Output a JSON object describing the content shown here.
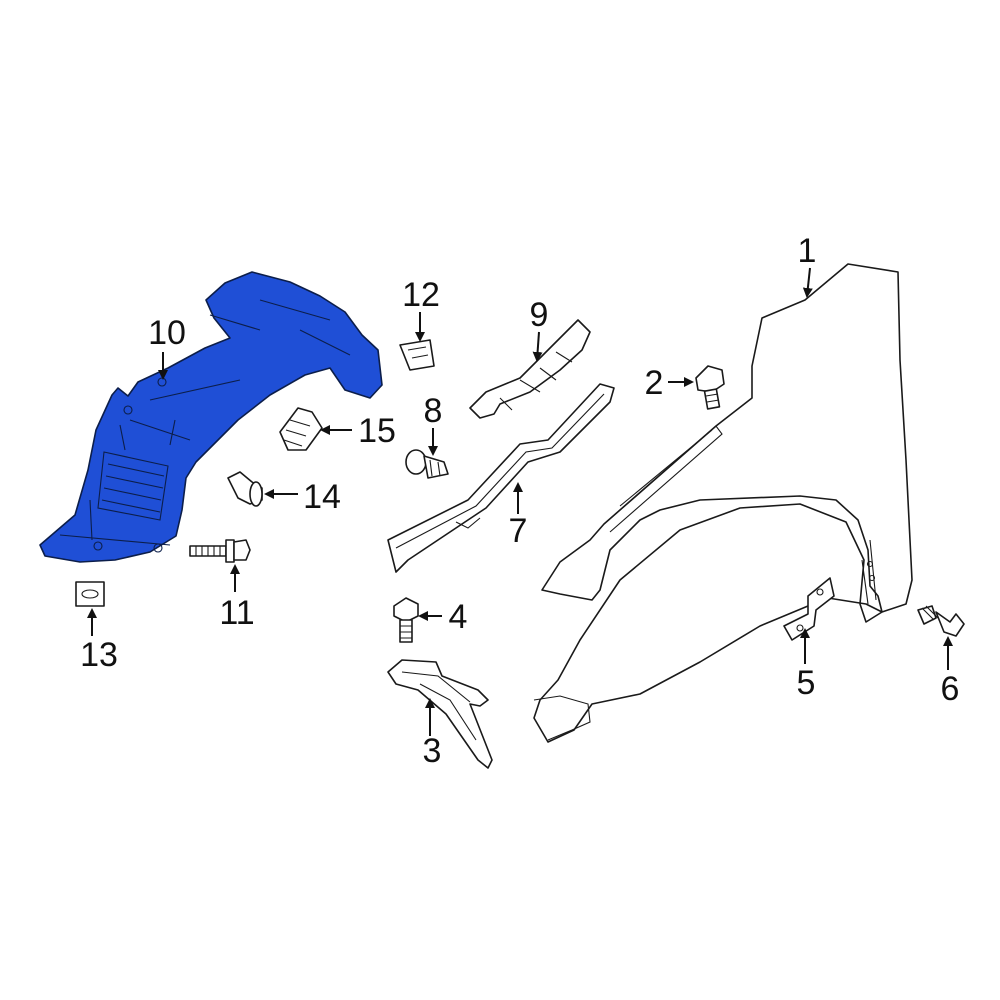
{
  "colors": {
    "highlight": "#1f4fd6",
    "outline": "#1a1a1a",
    "background": "#ffffff"
  },
  "callouts": [
    {
      "id": "1",
      "label": "1",
      "part": "fender"
    },
    {
      "id": "2",
      "label": "2",
      "part": "bolt"
    },
    {
      "id": "3",
      "label": "3",
      "part": "lower-bracket"
    },
    {
      "id": "4",
      "label": "4",
      "part": "bolt"
    },
    {
      "id": "5",
      "label": "5",
      "part": "fender-bracket"
    },
    {
      "id": "6",
      "label": "6",
      "part": "bolt"
    },
    {
      "id": "7",
      "label": "7",
      "part": "fender-seal"
    },
    {
      "id": "8",
      "label": "8",
      "part": "push-clip"
    },
    {
      "id": "9",
      "label": "9",
      "part": "upper-bracket"
    },
    {
      "id": "10",
      "label": "10",
      "part": "fender-liner",
      "highlighted": true
    },
    {
      "id": "11",
      "label": "11",
      "part": "liner-bolt"
    },
    {
      "id": "12",
      "label": "12",
      "part": "clip-nut"
    },
    {
      "id": "13",
      "label": "13",
      "part": "retainer"
    },
    {
      "id": "14",
      "label": "14",
      "part": "push-retainer"
    },
    {
      "id": "15",
      "label": "15",
      "part": "liner-clip"
    }
  ]
}
